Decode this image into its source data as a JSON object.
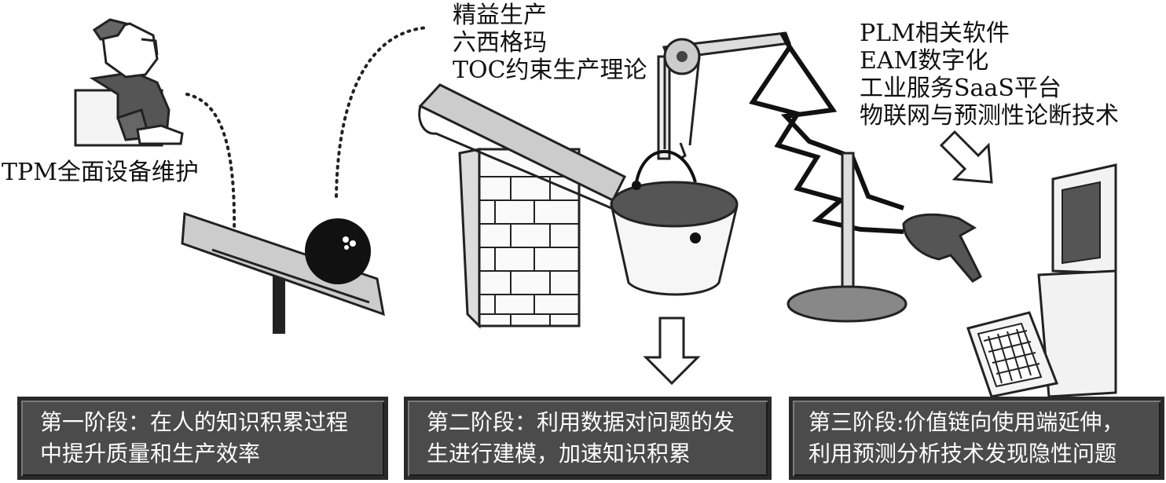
{
  "labels": {
    "tpm": "TPM全面设备维护",
    "lean": [
      "精益生产",
      "六西格玛",
      "TOC约束生产理论"
    ],
    "tech": [
      "PLM相关软件",
      "EAM数字化",
      "工业服务SaaS平台",
      "物联网与预测性论断技术"
    ]
  },
  "stages": [
    {
      "line1": "第一阶段：在人的知识积累过程",
      "line2": "中提升质量和生产效率"
    },
    {
      "line1": "第二阶段：利用数据对问题的发",
      "line2": "生进行建模，加速知识积累"
    },
    {
      "line1": "第三阶段:价值链向使用端延伸，",
      "line2": "利用预测分析技术发现隐性问题"
    }
  ]
}
